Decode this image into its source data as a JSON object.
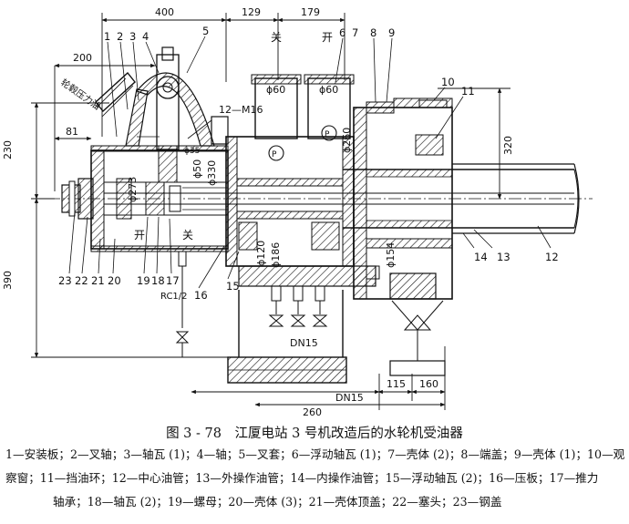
{
  "figure": {
    "caption": "图 3 - 78　江厦电站 3 号机改造后的水轮机受油器",
    "legend_lines": [
      "1—安装板；2—叉轴；3—轴瓦 (1)；4—轴；5—叉套；6—浮动轴瓦 (1)；7—壳体 (2)；8—端盖；9—壳体 (1)；10—观",
      "察窗；11—挡油环；12—中心油管；13—外操作油管；14—内操作油管；15—浮动轴瓦 (2)；16—压板；17—推力",
      "轴承；18—轴瓦 (2)；19—螺母；20—壳体 (3)；21—壳体顶盖；22—塞头；23—钢盖"
    ]
  },
  "drawing": {
    "dimensions": {
      "d400": "400",
      "d129": "129",
      "d179": "179",
      "d200": "200",
      "d81": "81",
      "d230": "230",
      "d390": "390",
      "d320": "320",
      "d115": "115",
      "d160": "160",
      "d260": "260",
      "dn15a": "DN15",
      "dn15b": "DN15",
      "phi60a": "ϕ60",
      "phi60b": "ϕ60",
      "phi260": "ϕ260",
      "phi273": "ϕ273",
      "phi50": "ϕ50",
      "phi330": "ϕ330",
      "phi35": "ϕ35",
      "phi120": "ϕ120",
      "phi186": "ϕ186",
      "phi154": "ϕ154",
      "m16": "12—M16",
      "rc12": "RC1/2"
    },
    "labels": {
      "guan_top": "关",
      "kai_top": "开",
      "kai_low": "开",
      "guan_low": "关",
      "p1": "P",
      "p2": "P",
      "side_label": "轮毂压力油"
    },
    "part_numbers": {
      "n1": "1",
      "n2": "2",
      "n3": "3",
      "n4": "4",
      "n5": "5",
      "n6": "6",
      "n7": "7",
      "n8": "8",
      "n9": "9",
      "n10": "10",
      "n11": "11",
      "n12": "12",
      "n13": "13",
      "n14": "14",
      "n15": "15",
      "n16": "16",
      "n17": "17",
      "n18": "18",
      "n19": "19",
      "n20": "20",
      "n21": "21",
      "n22": "22",
      "n23": "23"
    }
  }
}
